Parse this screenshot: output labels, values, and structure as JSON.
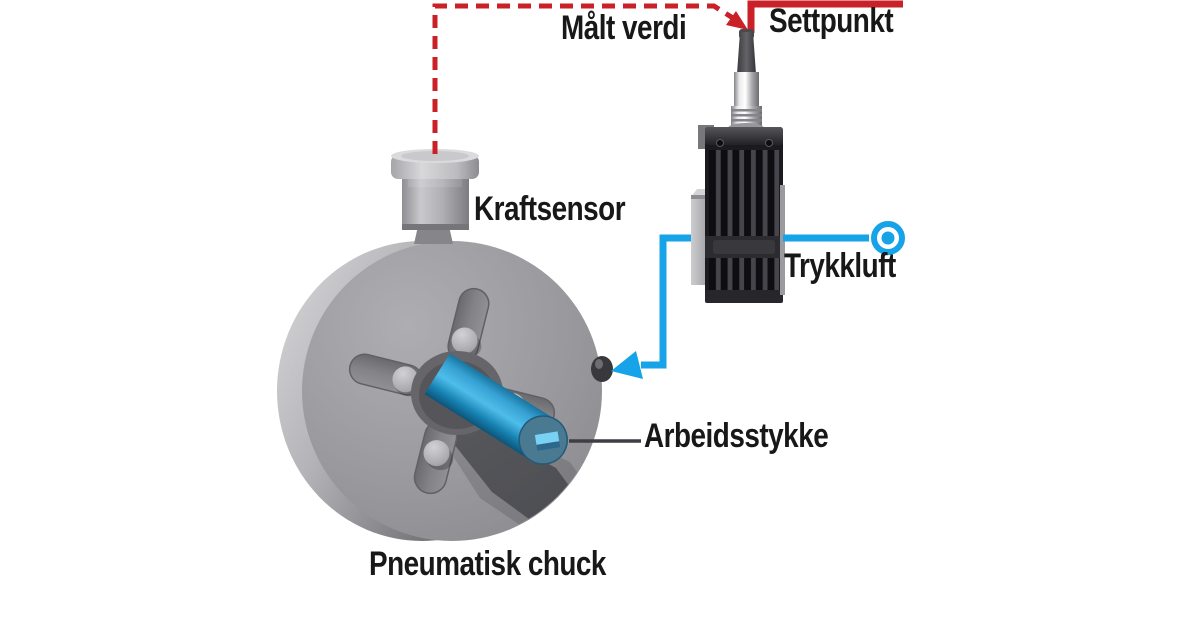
{
  "diagram": {
    "labels": {
      "measured_value": "Målt verdi",
      "setpoint": "Settpunkt",
      "force_sensor": "Kraftsensor",
      "compressed_air": "Trykkluft",
      "workpiece": "Arbeidsstykke",
      "pneumatic_chuck": "Pneumatisk chuck"
    },
    "colors": {
      "signal_red": "#c92127",
      "air_blue": "#17a3e8",
      "label_text": "#181818",
      "background": "#ffffff"
    },
    "icons": {
      "air_supply": "air-supply-icon",
      "measured_value_arrow": "arrow-icon",
      "air_flow_arrow": "arrow-icon"
    }
  }
}
